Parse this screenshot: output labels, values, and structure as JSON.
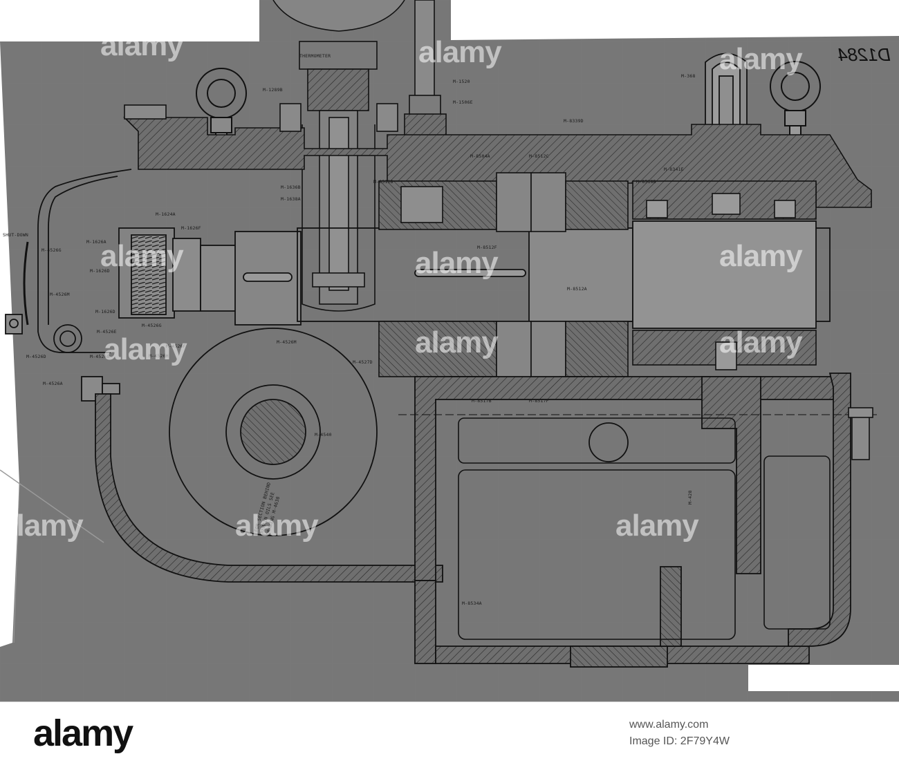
{
  "drawing": {
    "reference_number": "D1284",
    "labels": {
      "thermometer": "THERMOMETER",
      "shut_down": "SHUT-DOWN",
      "section_note": [
        "FOR SECTION BEHIND",
        "REMAIN OILS SEE",
        "DRAWING M-4638"
      ],
      "parts": [
        "M-1289B",
        "M-1520",
        "M-1506E",
        "M-8339D",
        "M-1624A",
        "M-1626F",
        "M-1626A",
        "M-1626D",
        "M-1636B",
        "M-1638A",
        "M-8504A",
        "M-8512B",
        "M-8512C",
        "M-8517B",
        "M-8517F",
        "M-8512F",
        "M-8512A",
        "M-8518B",
        "M-8341E",
        "M-368",
        "M-4526M",
        "M-1626D",
        "M-4526E",
        "M-4526B",
        "M-4526D",
        "M-4526A",
        "M-4526F",
        "M-4526G",
        "M-4526H",
        "M-4526M",
        "M-4527D",
        "M-4526G",
        "M-4540",
        "M-428",
        "M-8534A"
      ]
    }
  },
  "watermark": {
    "text": "alamy"
  },
  "footer": {
    "logo": "alamy",
    "site": "www.alamy.com",
    "image_id": "Image ID: 2F79Y4W"
  }
}
